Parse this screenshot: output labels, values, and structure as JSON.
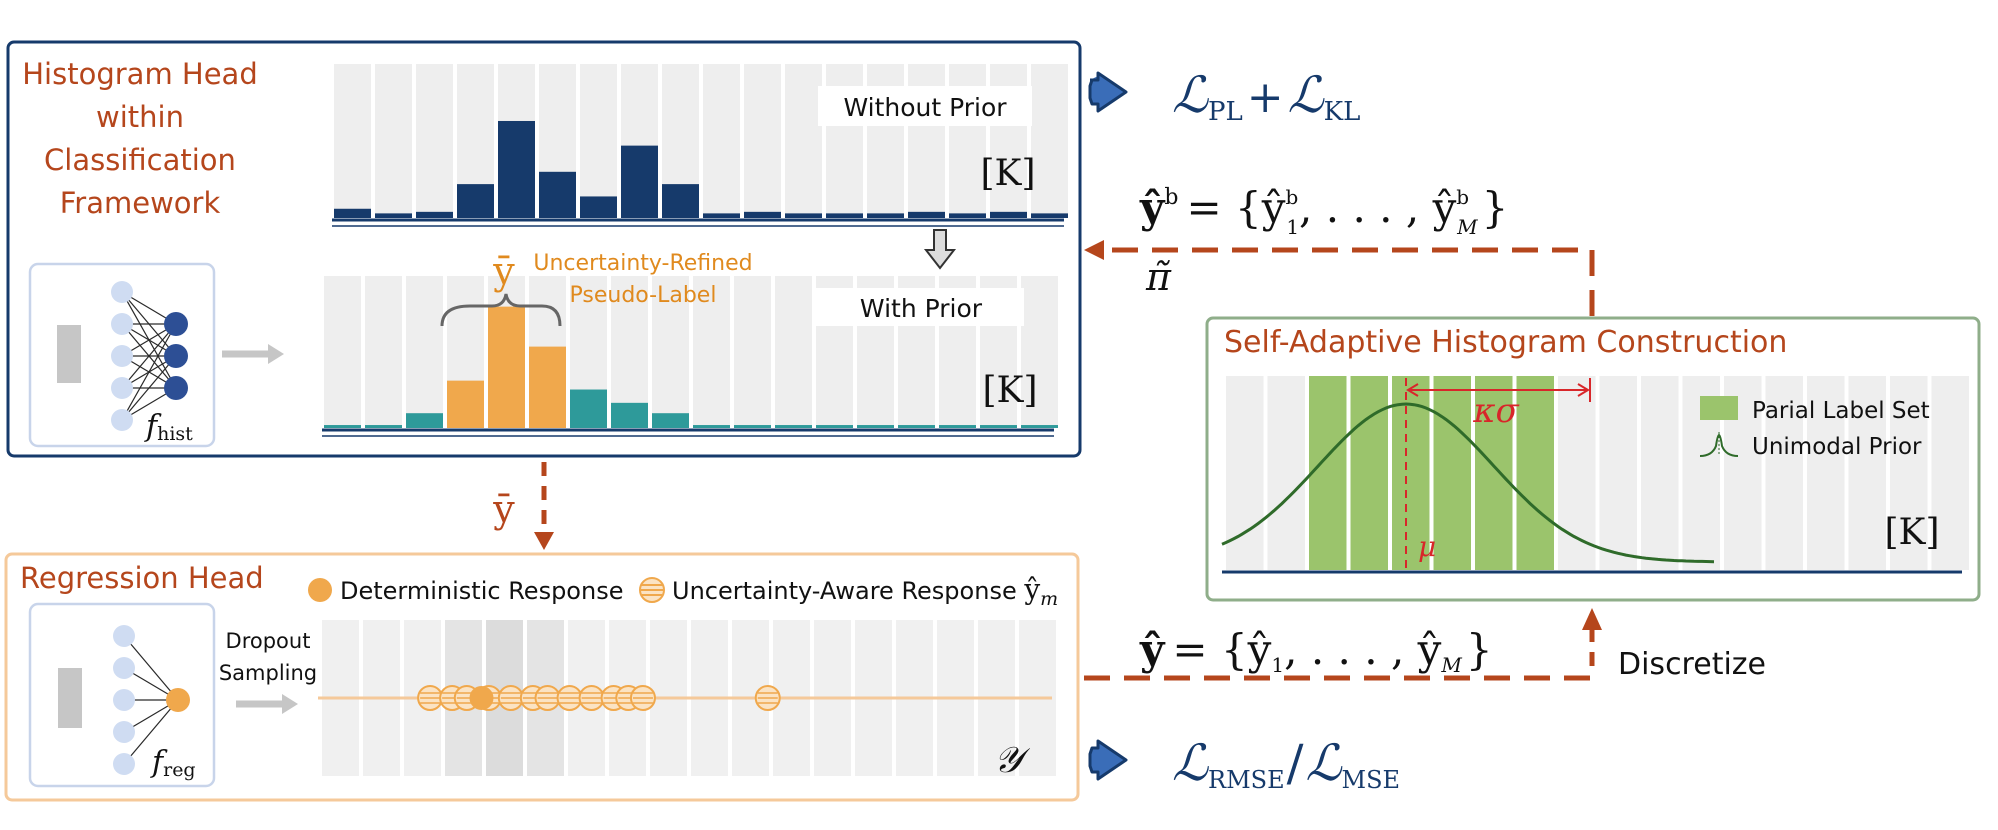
{
  "hist_panel": {
    "title_lines": [
      "Histogram Head",
      "within",
      "Classification",
      "Framework"
    ],
    "without_prior_label": "Without Prior",
    "with_prior_label": "With Prior",
    "k_label": "[K]",
    "ybar_symbol": "ȳ",
    "pseudo_label_lines": [
      "Uncertainty-Refined",
      "Pseudo-Label"
    ],
    "fhist_label": "f",
    "fhist_sub": "hist",
    "without_prior_values": [
      0.06,
      0.03,
      0.04,
      0.22,
      0.63,
      0.3,
      0.14,
      0.47,
      0.22,
      0.03,
      0.04,
      0.03,
      0.03,
      0.03,
      0.04,
      0.03,
      0.04,
      0.03
    ],
    "with_prior_bins": [
      {
        "v": 0.02,
        "c": "teal"
      },
      {
        "v": 0.02,
        "c": "teal"
      },
      {
        "v": 0.1,
        "c": "teal"
      },
      {
        "v": 0.32,
        "c": "orange"
      },
      {
        "v": 0.82,
        "c": "orange"
      },
      {
        "v": 0.55,
        "c": "orange"
      },
      {
        "v": 0.26,
        "c": "teal"
      },
      {
        "v": 0.17,
        "c": "teal"
      },
      {
        "v": 0.1,
        "c": "teal"
      },
      {
        "v": 0.02,
        "c": "teal"
      },
      {
        "v": 0.02,
        "c": "teal"
      },
      {
        "v": 0.02,
        "c": "teal"
      },
      {
        "v": 0.02,
        "c": "teal"
      },
      {
        "v": 0.02,
        "c": "teal"
      },
      {
        "v": 0.02,
        "c": "teal"
      },
      {
        "v": 0.02,
        "c": "teal"
      },
      {
        "v": 0.02,
        "c": "teal"
      },
      {
        "v": 0.02,
        "c": "teal"
      }
    ]
  },
  "loss_top": {
    "text": "ℒ",
    "sub1": "PL",
    "plus": "+",
    "text2": "ℒ",
    "sub2": "KL"
  },
  "loss_bottom": {
    "text": "ℒ",
    "sub1": "RMSE",
    "slash": "/",
    "text2": "ℒ",
    "sub2": "MSE"
  },
  "yb_equation": {
    "lhs": "ŷ",
    "lhs_sup": "b",
    "eq": "= {",
    "a": "ŷ",
    "a_sup": "b",
    "a_sub": "1",
    "dots": ", . . . , ",
    "b": "ŷ",
    "b_sup": "b",
    "b_sub": "M",
    "close": "}"
  },
  "pi_label": "π̃",
  "y_equation": {
    "lhs": "ŷ",
    "eq": "= {",
    "a": "ŷ",
    "a_sub": "1",
    "dots": ", . . . , ",
    "b": "ŷ",
    "b_sub": "M",
    "close": "}"
  },
  "ybar_arrow_label": "ȳ",
  "discretize_label": "Discretize",
  "adaptive_panel": {
    "title": "Self-Adaptive Histogram Construction",
    "kappa_sigma": "κσ",
    "mu": "μ",
    "legend_partial": "Parial  Label Set",
    "legend_prior": "Unimodal Prior",
    "k_label": "[K]"
  },
  "reg_panel": {
    "title": "Regression Head",
    "legend_det": "Deterministic Response",
    "legend_unc": "Uncertainty-Aware Response ",
    "legend_unc_sym": "ŷ",
    "legend_unc_sub": "m",
    "dropout_lines": [
      "Dropout",
      "Sampling"
    ],
    "freg_label": "f",
    "freg_sub": "reg",
    "y_axis_symbol": "𝒴",
    "uncertainty_positions": [
      0.15,
      0.18,
      0.2,
      0.23,
      0.26,
      0.29,
      0.31,
      0.34,
      0.37,
      0.4,
      0.42,
      0.44,
      0.61
    ],
    "deterministic_position": 0.22
  },
  "colors": {
    "navy": "#163a6b",
    "dark_orange": "#b5461c",
    "orange": "#f0a84c",
    "teal": "#2e9a9a",
    "green": "#9bc46c",
    "dark_green": "#2f6b2a",
    "red": "#d8262a",
    "gray_bin": "#eeeeee"
  }
}
